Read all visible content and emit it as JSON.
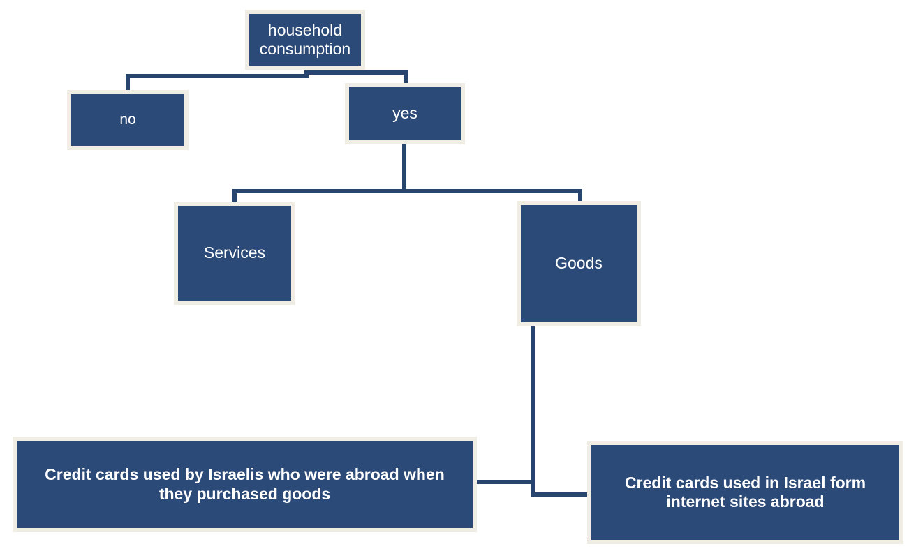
{
  "diagram": {
    "title": "household consumption classification flowchart",
    "colors": {
      "node_fill": "#2C4A78",
      "node_frame": "#EFEDE4",
      "connector": "#27456F",
      "node_text": "#FFFFFF",
      "background": "#FFFFFF"
    },
    "nodes": {
      "household": {
        "label": "household\nconsumption"
      },
      "no": {
        "label": "no"
      },
      "yes": {
        "label": "yes"
      },
      "services": {
        "label": "Services"
      },
      "goods": {
        "label": "Goods"
      },
      "cc_abroad": {
        "label": "Credit cards used by Israelis who were abroad when they purchased goods"
      },
      "cc_israel": {
        "label": "Credit cards used in Israel form internet sites abroad"
      }
    },
    "edges": [
      {
        "from": "household",
        "to": "no"
      },
      {
        "from": "household",
        "to": "yes"
      },
      {
        "from": "yes",
        "to": "services"
      },
      {
        "from": "yes",
        "to": "goods"
      },
      {
        "from": "goods",
        "to": "cc_abroad"
      },
      {
        "from": "goods",
        "to": "cc_israel"
      }
    ]
  }
}
